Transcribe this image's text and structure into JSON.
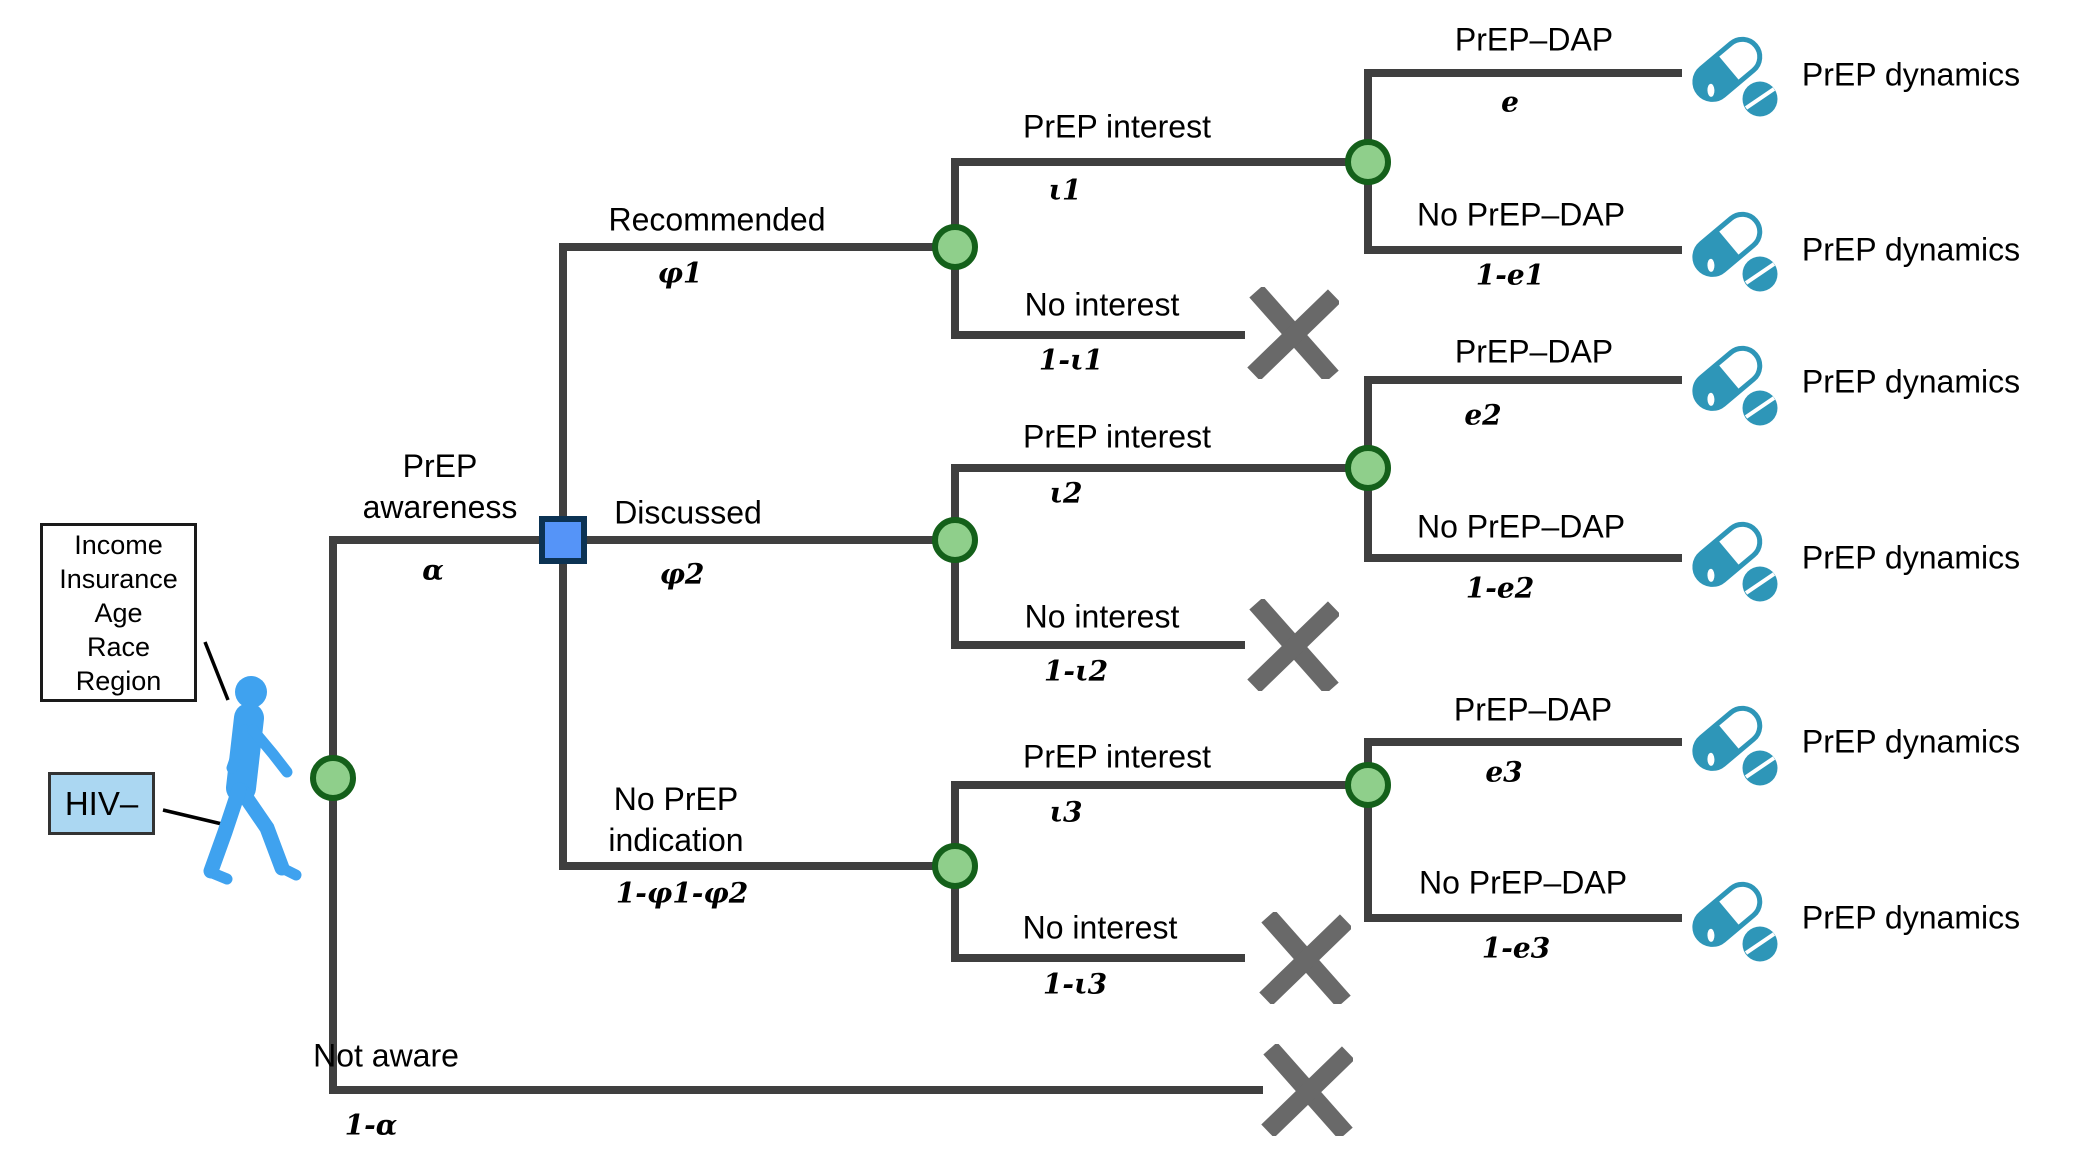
{
  "palette": {
    "line": "#3F3F3F",
    "chance_node_fill": "#8FCF8B",
    "chance_node_stroke": "#14601A",
    "decision_node_fill": "#5594F8",
    "decision_node_stroke": "#0C3354",
    "x_mark": "#696969",
    "pill_teal": "#2E96B8",
    "person_blue": "#3FA2EF",
    "hiv_box_fill": "#ABD7F2"
  },
  "icons": {
    "person": "walking-person-icon",
    "pills": "prep-pills-icon",
    "x": "terminal-x-icon"
  },
  "attribute_box": {
    "lines": [
      "Income",
      "Insurance",
      "Age",
      "Race",
      "Region"
    ]
  },
  "hiv_box": {
    "label": "HIV–"
  },
  "root": {
    "awareness_line1": "PrEP",
    "awareness_line2": "awareness",
    "awareness_prob": "α",
    "not_aware_label": "Not aware",
    "not_aware_prob": "1-α"
  },
  "level2": {
    "recommended": {
      "label": "Recommended",
      "prob": "φ1"
    },
    "discussed": {
      "label": "Discussed",
      "prob": "φ2"
    },
    "no_indication": {
      "line1": "No PrEP",
      "line2": "indication",
      "prob": "1-φ1-φ2"
    }
  },
  "level3": {
    "interest1": {
      "label": "PrEP interest",
      "prob": "ι1"
    },
    "no_interest1": {
      "label": "No interest",
      "prob": "1-ι1"
    },
    "interest2": {
      "label": "PrEP interest",
      "prob": "ι2"
    },
    "no_interest2": {
      "label": "No interest",
      "prob": "1-ι2"
    },
    "interest3": {
      "label": "PrEP interest",
      "prob": "ι3"
    },
    "no_interest3": {
      "label": "No interest",
      "prob": "1-ι3"
    }
  },
  "level4": {
    "dap1": {
      "label": "PrEP–DAP",
      "prob": "e"
    },
    "no_dap1": {
      "label": "No PrEP–DAP",
      "prob": "1-e1"
    },
    "dap2": {
      "label": "PrEP–DAP",
      "prob": "e2"
    },
    "no_dap2": {
      "label": "No PrEP–DAP",
      "prob": "1-e2"
    },
    "dap3": {
      "label": "PrEP–DAP",
      "prob": "e3"
    },
    "no_dap3": {
      "label": "No PrEP–DAP",
      "prob": "1-e3"
    }
  },
  "terminal": {
    "label": "PrEP dynamics"
  }
}
